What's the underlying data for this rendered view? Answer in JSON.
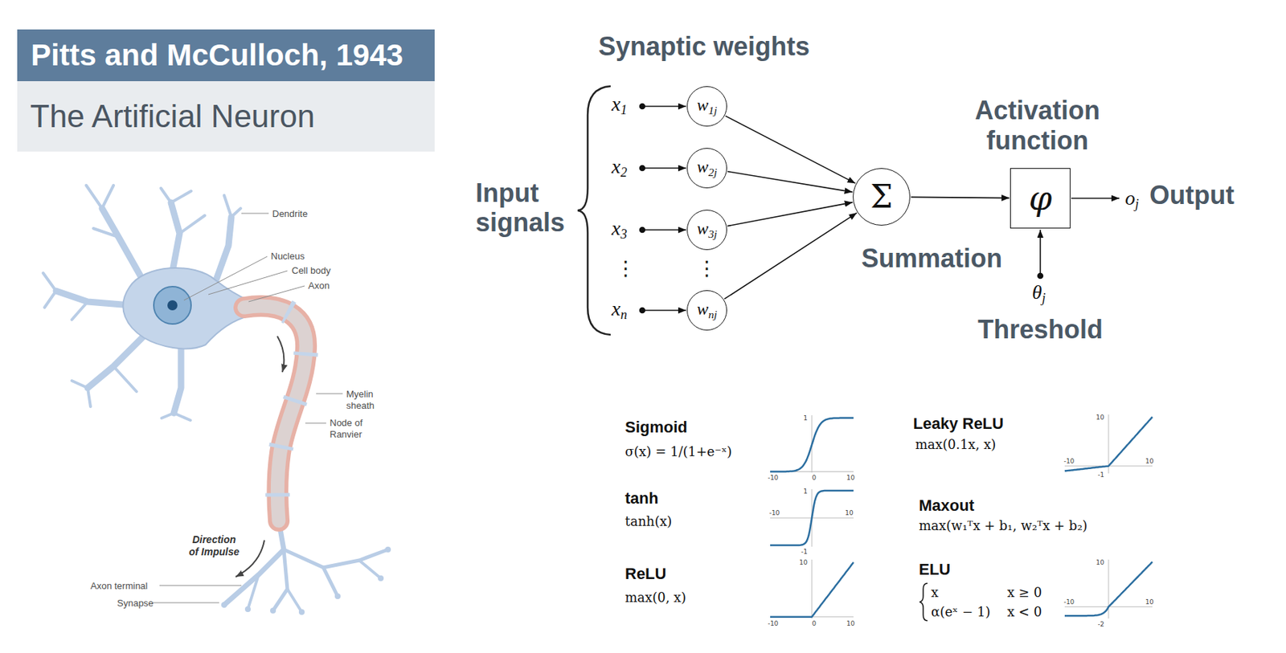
{
  "diagram": {
    "nodes": [
      {
        "text": [
          "Pitts and McCulloch, 1943"
        ]
      },
      {
        "text": [
          "The Artificial Neuron"
        ]
      },
      {
        "text": [
          "w1j"
        ]
      },
      {
        "text": [
          "w2j"
        ]
      },
      {
        "text": [
          "w3j"
        ]
      },
      {
        "text": [
          "wnj"
        ]
      },
      {
        "text": [
          "Σ"
        ]
      },
      {
        "text": [
          "φ"
        ]
      }
    ],
    "edges": [
      {
        "from": 2,
        "to": 6,
        "arrow": "to"
      },
      {
        "from": 3,
        "to": 6,
        "arrow": "to"
      },
      {
        "from": 4,
        "to": 6,
        "arrow": "to"
      },
      {
        "from": 5,
        "to": 6,
        "arrow": "to"
      },
      {
        "from": 6,
        "to": 7,
        "arrow": "to"
      }
    ],
    "labels": [
      "Synaptic weights",
      "Input signals",
      "x1",
      "x2",
      "x3",
      "⋮",
      "xn",
      "⋮",
      "Activation function",
      "oj",
      "Output",
      "Summation",
      "θj",
      "Threshold",
      "Dendrite",
      "Nucleus",
      "Cell body",
      "Axon",
      "Myelin sheath",
      "Node of Ranvier",
      "Direction of Impulse",
      "Axon terminal",
      "Synapse",
      "Sigmoid",
      "σ(x) = 1/(1+e⁻ˣ)",
      "tanh",
      "tanh(x)",
      "ReLU",
      "max(0, x)",
      "Leaky ReLU",
      "max(0.1x, x)",
      "Maxout",
      "max(w₁ᵀx + b₁, w₂ᵀx + b₂)",
      "ELU",
      "x",
      "x ≥ 0",
      "α(eˣ − 1)",
      "x < 0",
      "1",
      "-10",
      "0",
      "10",
      "1",
      "-10",
      "10",
      "-1",
      "10",
      "-10",
      "0",
      "10",
      "10",
      "-10",
      "-1",
      "10",
      "10",
      "-10",
      "-2",
      "10"
    ]
  }
}
